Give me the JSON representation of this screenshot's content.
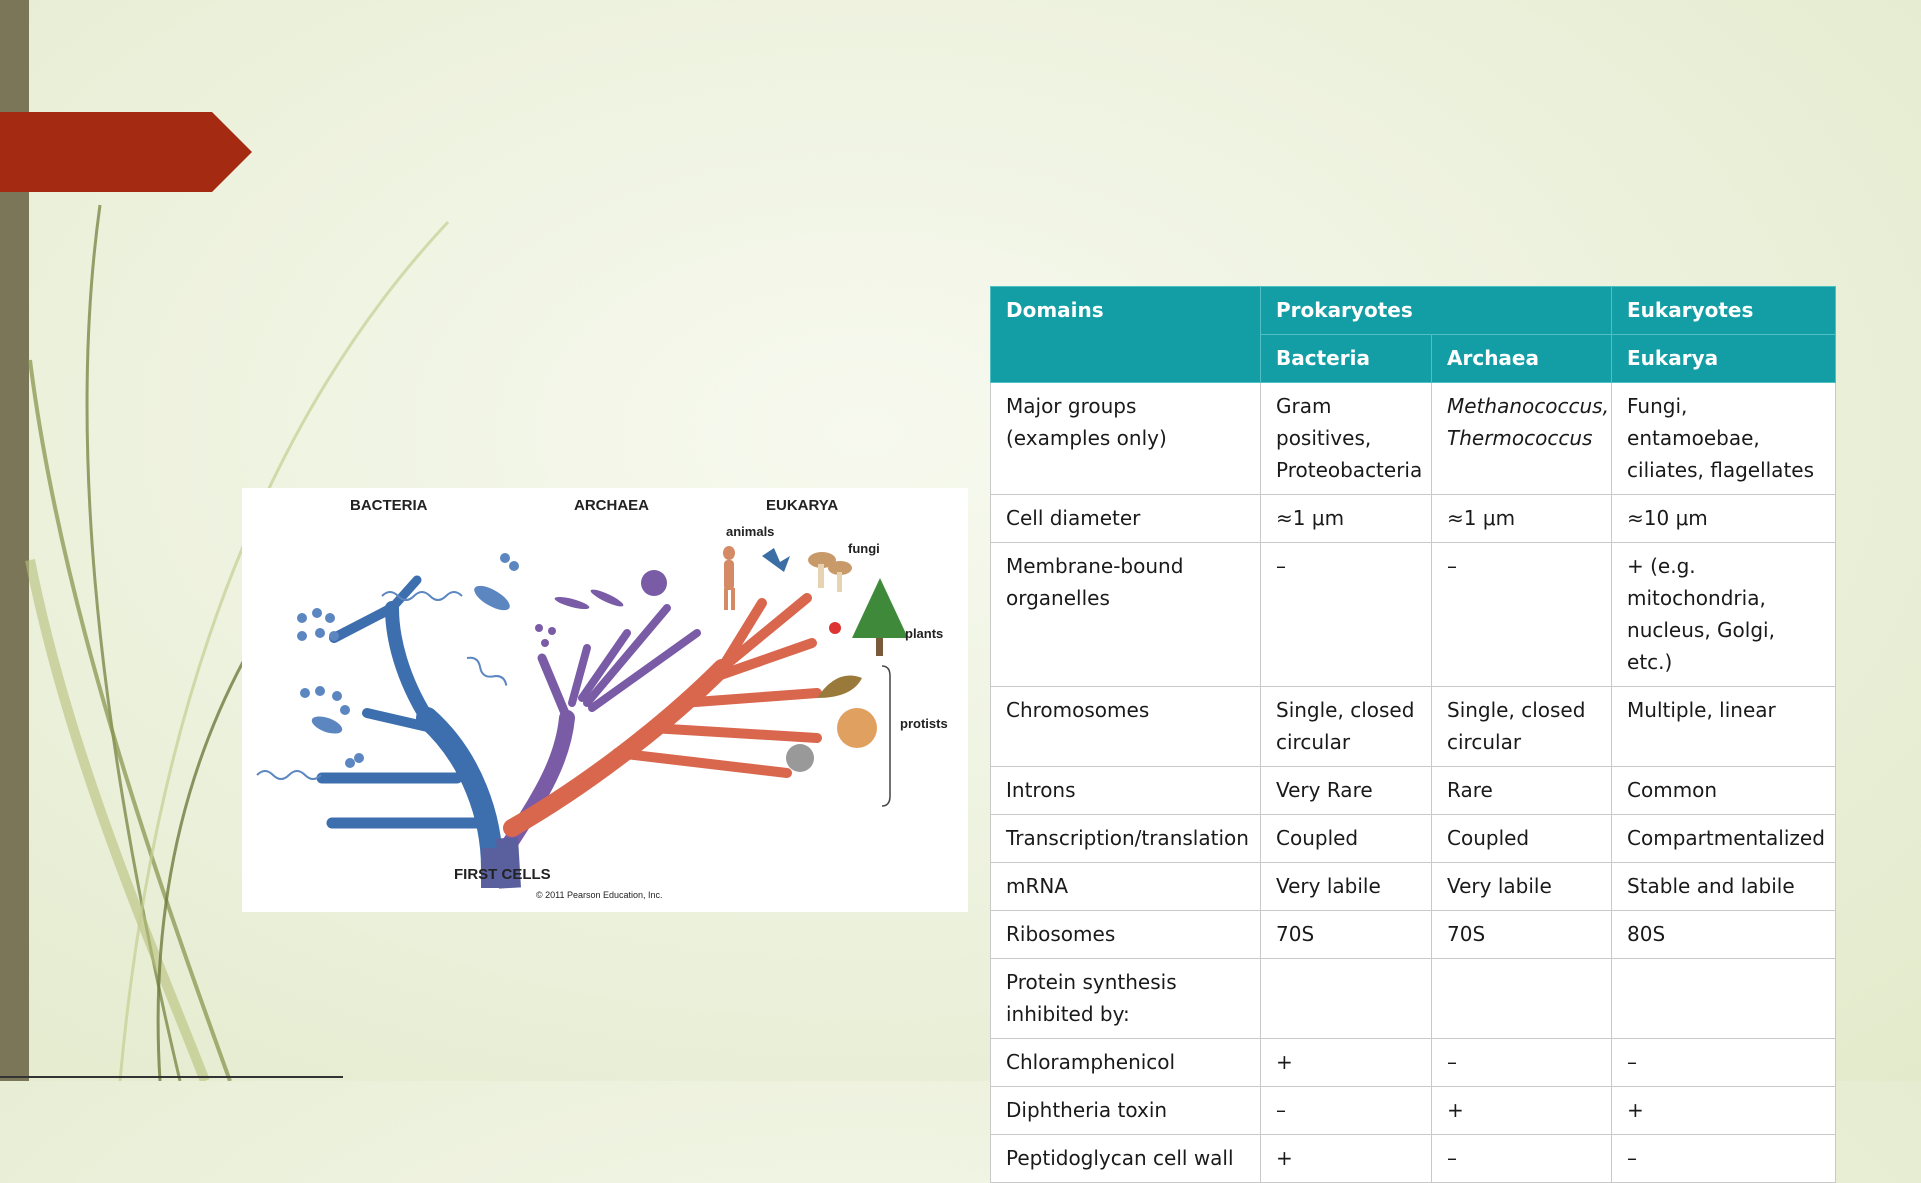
{
  "tree": {
    "labels": {
      "bacteria": "BACTERIA",
      "archaea": "ARCHAEA",
      "eukarya": "EUKARYA",
      "animals": "animals",
      "fungi": "fungi",
      "plants": "plants",
      "protists": "protists",
      "first_cells": "FIRST CELLS",
      "copyright": "© 2011 Pearson Education, Inc."
    },
    "colors": {
      "bacteria": "#3d6fae",
      "archaea": "#7a5ba6",
      "eukarya": "#d9674e"
    }
  },
  "table": {
    "header": {
      "domains": "Domains",
      "prokaryotes": "Prokaryotes",
      "eukaryotes": "Eukaryotes",
      "bacteria": "Bacteria",
      "archaea": "Archaea",
      "eukarya": "Eukarya"
    },
    "rows": [
      {
        "label": "Major groups (examples only)",
        "bacteria": "Gram positives, Proteobacteria",
        "archaea": "Methanococcus, Thermococcus",
        "eukarya": "Fungi, entamoebae, ciliates, flagellates"
      },
      {
        "label": "Cell diameter",
        "bacteria": "≈1 μm",
        "archaea": "≈1 μm",
        "eukarya": "≈10 μm"
      },
      {
        "label": "Membrane-bound organelles",
        "bacteria": "–",
        "archaea": "–",
        "eukarya": "+ (e.g. mitochondria, nucleus, Golgi, etc.)"
      },
      {
        "label": "Chromosomes",
        "bacteria": "Single, closed circular",
        "archaea": "Single, closed circular",
        "eukarya": "Multiple, linear"
      },
      {
        "label": "Introns",
        "bacteria": "Very Rare",
        "archaea": "Rare",
        "eukarya": "Common"
      },
      {
        "label": "Transcription/translation",
        "bacteria": "Coupled",
        "archaea": "Coupled",
        "eukarya": "Compartmentalized"
      },
      {
        "label": "mRNA",
        "bacteria": "Very labile",
        "archaea": "Very labile",
        "eukarya": "Stable and labile"
      },
      {
        "label": "Ribosomes",
        "bacteria": "70S",
        "archaea": "70S",
        "eukarya": "80S"
      },
      {
        "label": "Protein synthesis inhibited by:",
        "bacteria": "",
        "archaea": "",
        "eukarya": ""
      },
      {
        "label": "Chloramphenicol",
        "bacteria": "+",
        "archaea": "–",
        "eukarya": "–"
      },
      {
        "label": "Diphtheria toxin",
        "bacteria": "–",
        "archaea": "+",
        "eukarya": "+"
      },
      {
        "label": "Peptidoglycan cell wall",
        "bacteria": "+",
        "archaea": "–",
        "eukarya": "–"
      }
    ]
  }
}
